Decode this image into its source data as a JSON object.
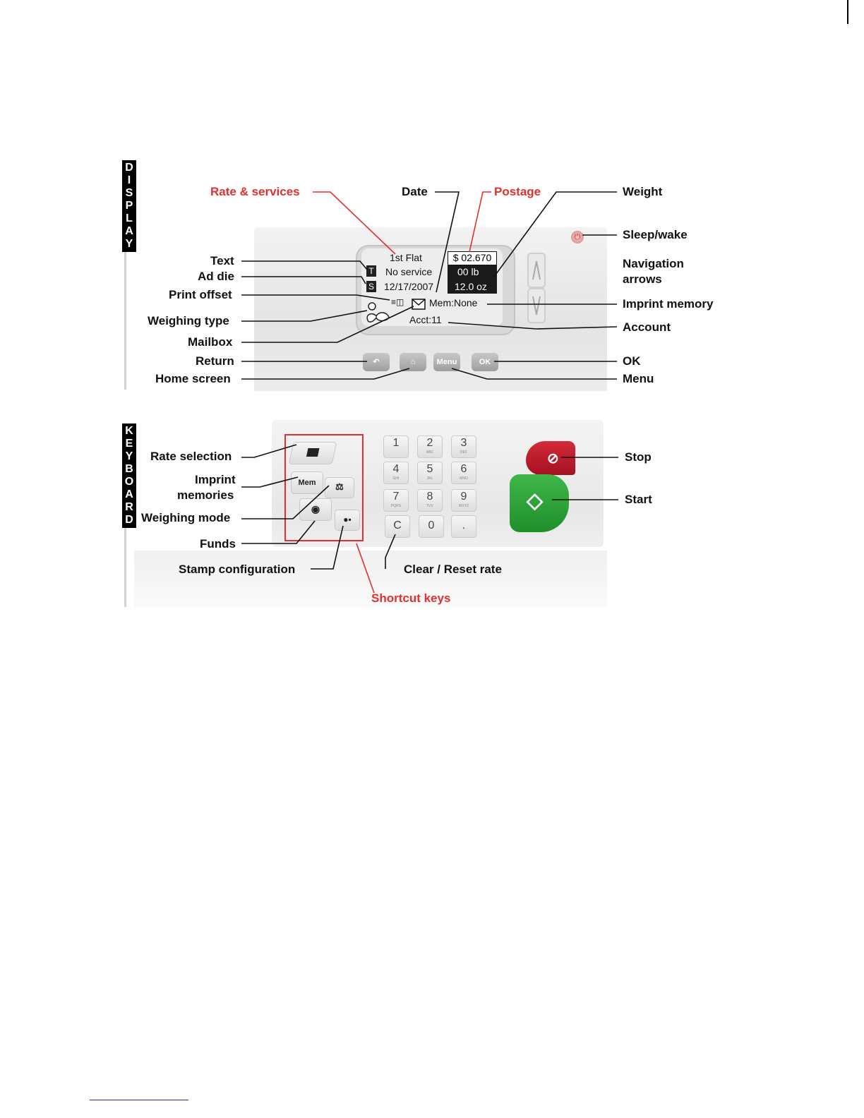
{
  "sections": {
    "display_letters": [
      "D",
      "I",
      "S",
      "P",
      "L",
      "A",
      "Y"
    ],
    "keyboard_letters": [
      "K",
      "E",
      "Y",
      "B",
      "O",
      "A",
      "R",
      "D"
    ]
  },
  "lcd": {
    "line1_left": "1st  Flat",
    "postage": "$ 02.670",
    "t_marker": "T",
    "line2_left": "No service",
    "weight_lb": "00 lb",
    "s_marker": "S",
    "date": "12/17/2007",
    "weight_oz": "12.0 oz",
    "memory": "Mem:None",
    "account": "Acct:11"
  },
  "display_buttons": {
    "menu": "Menu",
    "ok": "OK"
  },
  "keypad": {
    "keys": [
      {
        "main": "1",
        "sub": ""
      },
      {
        "main": "2",
        "sub": "ABC"
      },
      {
        "main": "3",
        "sub": "DEF"
      },
      {
        "main": "4",
        "sub": "GHI"
      },
      {
        "main": "5",
        "sub": "JKL"
      },
      {
        "main": "6",
        "sub": "MNO"
      },
      {
        "main": "7",
        "sub": "PQRS"
      },
      {
        "main": "8",
        "sub": "TUV"
      },
      {
        "main": "9",
        "sub": "WXYZ"
      },
      {
        "main": "C",
        "sub": ""
      },
      {
        "main": "0",
        "sub": ""
      },
      {
        "main": ".",
        "sub": ""
      }
    ],
    "mem_key": "Mem"
  },
  "labels": {
    "rate_services": "Rate & services",
    "date": "Date",
    "postage": "Postage",
    "weight": "Weight",
    "sleep_wake": "Sleep/wake",
    "text": "Text",
    "ad_die": "Ad die",
    "navigation_arrows_1": "Navigation",
    "navigation_arrows_2": "arrows",
    "print_offset": "Print offset",
    "imprint_memory": "Imprint memory",
    "weighing_type": "Weighing type",
    "account": "Account",
    "mailbox": "Mailbox",
    "return": "Return",
    "ok": "OK",
    "home_screen": "Home screen",
    "menu": "Menu",
    "rate_selection": "Rate selection",
    "stop": "Stop",
    "imprint_memories_1": "Imprint",
    "imprint_memories_2": "memories",
    "start": "Start",
    "weighing_mode": "Weighing mode",
    "funds": "Funds",
    "stamp_configuration": "Stamp configuration",
    "clear_reset_rate": "Clear / Reset rate",
    "shortcut_keys": "Shortcut keys"
  },
  "colors": {
    "callout_red": "#e0302f",
    "stop_red": "#c41e2e",
    "start_green": "#2ea63a"
  }
}
